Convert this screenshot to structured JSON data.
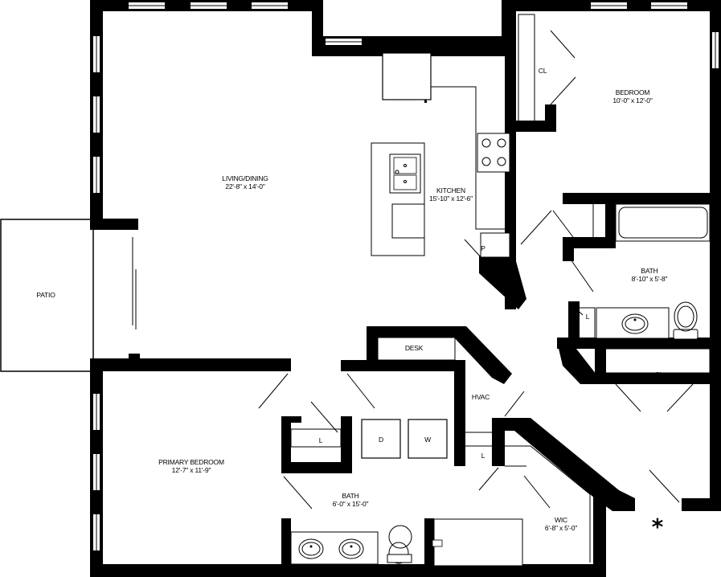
{
  "floor_plan": {
    "rooms": [
      {
        "id": "living",
        "name": "LIVING/DINING",
        "dims": "22'-8\" x 14'-0\""
      },
      {
        "id": "kitchen",
        "name": "KITCHEN",
        "dims": "15'-10\" x 12'-6\""
      },
      {
        "id": "bedroom",
        "name": "BEDROOM",
        "dims": "10'-0\" x 12'-0\""
      },
      {
        "id": "bath2",
        "name": "BATH",
        "dims": "8'-10\" x 5'-8\""
      },
      {
        "id": "primary",
        "name": "PRIMARY BEDROOM",
        "dims": "12'-7\" x 11'-9\""
      },
      {
        "id": "bath1",
        "name": "BATH",
        "dims": "6'-0\" x 15'-0\""
      },
      {
        "id": "wic",
        "name": "WIC",
        "dims": "6'-8\" x 5'-0\""
      }
    ],
    "labels": {
      "patio": "PATIO",
      "desk": "DESK",
      "hvac": "HVAC",
      "closet_bedroom": "CL",
      "closet_hall": "CL",
      "pantry": "P",
      "linen_bath2": "L",
      "linen_bath1": "L",
      "linen_wic": "L",
      "dryer": "D",
      "washer": "W",
      "asterisk": "*"
    }
  }
}
